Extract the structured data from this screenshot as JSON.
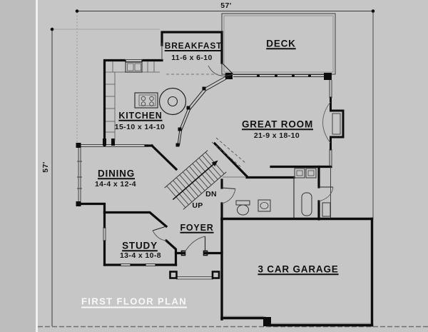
{
  "colors": {
    "page_bg": "#c6c6c6",
    "margin_bg": "#bdbdbd",
    "scan_edge": "#f0f0f0",
    "ink": "#111111",
    "title_color": "#f8f8f8"
  },
  "plan": {
    "title": "FIRST FLOOR PLAN"
  },
  "dimensions": {
    "width_label": "57'",
    "height_label": "57'"
  },
  "rooms": {
    "breakfast": {
      "name": "BREAKFAST",
      "size": "11-6 x 6-10"
    },
    "deck": {
      "name": "DECK"
    },
    "kitchen": {
      "name": "KITCHEN",
      "size": "15-10 x 14-10"
    },
    "great_room": {
      "name": "GREAT ROOM",
      "size": "21-9 x 18-10"
    },
    "dining": {
      "name": "DINING",
      "size": "14-4 x 12-4"
    },
    "study": {
      "name": "STUDY",
      "size": "13-4 x 10-8"
    },
    "foyer": {
      "name": "FOYER"
    },
    "garage": {
      "name": "3 CAR GARAGE"
    }
  },
  "stairs": {
    "down": "DN",
    "up": "UP"
  }
}
